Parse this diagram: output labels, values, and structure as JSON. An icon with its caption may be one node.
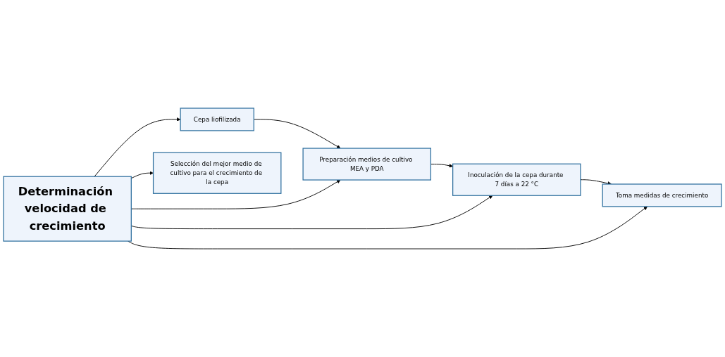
{
  "diagram": {
    "nodes": [
      {
        "text": [
          "Cepa liofilizada"
        ]
      },
      {
        "text": [
          "Preparación medios de cultivo MEA y PDA"
        ]
      },
      {
        "text": [
          "Inoculación de la cepa durante 7 días a 22 °C"
        ]
      },
      {
        "text": [
          "Toma medidas de crecimiento"
        ]
      },
      {
        "text": [
          "Determinación velocidad de crecimiento"
        ]
      },
      {
        "text": [
          "Selección del mejor medio de cultivo para el crecimiento de la cepa"
        ]
      }
    ],
    "edges": [
      {
        "from": 0,
        "to": 1,
        "arrow": "to"
      },
      {
        "from": 1,
        "to": 2,
        "arrow": "to"
      },
      {
        "from": 2,
        "to": 3,
        "arrow": "to"
      },
      {
        "from": 4,
        "to": 0,
        "arrow": "to"
      },
      {
        "from": 4,
        "to": 1,
        "arrow": "to"
      },
      {
        "from": 4,
        "to": 2,
        "arrow": "to"
      },
      {
        "from": 4,
        "to": 3,
        "arrow": "to"
      },
      {
        "from": 4,
        "to": 5,
        "arrow": "to"
      }
    ]
  }
}
